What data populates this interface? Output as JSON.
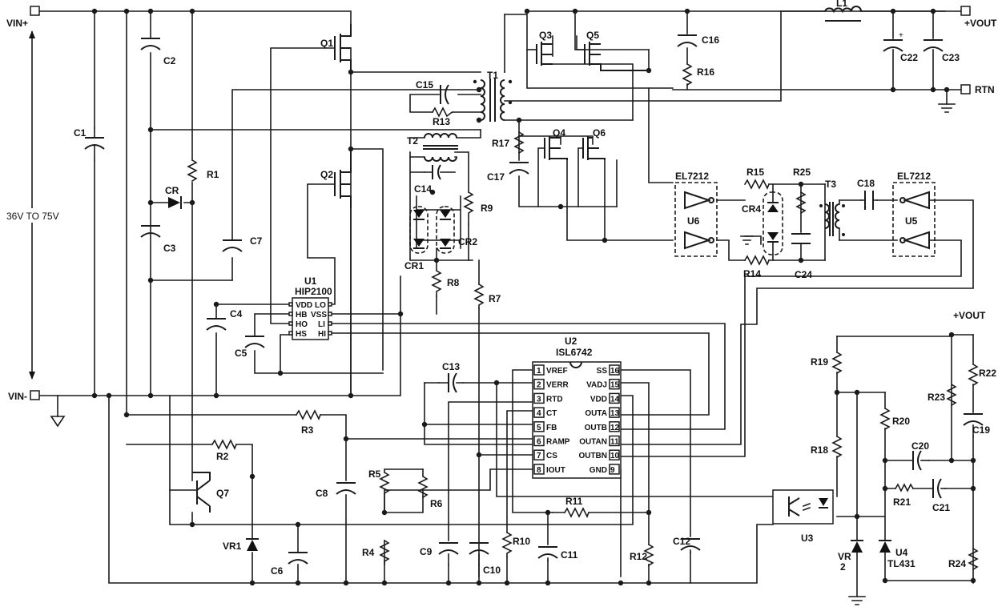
{
  "terminals": {
    "vin_pos": "VIN+",
    "vin_neg": "VIN-",
    "vout_top": "+VOUT",
    "rtn": "RTN",
    "vout_feedback": "+VOUT"
  },
  "input_range": "36V TO 75V",
  "components": {
    "C1": "C1",
    "C2": "C2",
    "C3": "C3",
    "C4": "C4",
    "C5": "C5",
    "C6": "C6",
    "C7": "C7",
    "C8": "C8",
    "C9": "C9",
    "C10": "C10",
    "C11": "C11",
    "C12": "C12",
    "C13": "C13",
    "C14": "C14",
    "C15": "C15",
    "C16": "C16",
    "C17": "C17",
    "C18": "C18",
    "C19": "C19",
    "C20": "C20",
    "C21": "C21",
    "C22": "C22",
    "C23": "C23",
    "C24": "C24",
    "R1": "R1",
    "R2": "R2",
    "R3": "R3",
    "R4": "R4",
    "R5": "R5",
    "R6": "R6",
    "R7": "R7",
    "R8": "R8",
    "R9": "R9",
    "R10": "R10",
    "R11": "R11",
    "R12": "R12",
    "R13": "R13",
    "R14": "R14",
    "R15": "R15",
    "R16": "R16",
    "R17": "R17",
    "R18": "R18",
    "R19": "R19",
    "R20": "R20",
    "R21": "R21",
    "R22": "R22",
    "R23": "R23",
    "R24": "R24",
    "R25": "R25",
    "Q1": "Q1",
    "Q2": "Q2",
    "Q3": "Q3",
    "Q4": "Q4",
    "Q5": "Q5",
    "Q6": "Q6",
    "Q7": "Q7",
    "T1": "T1",
    "T2": "T2",
    "T3": "T3",
    "L1": "L1",
    "CR": "CR",
    "CR1": "CR1",
    "CR2": "CR2",
    "CR4": "CR4",
    "VR1": "VR1",
    "VR2_a": "VR",
    "VR2_b": "2",
    "U3": "U3"
  },
  "u1": {
    "ref": "U1",
    "part": "HIP2100",
    "pins_left": [
      "VDD",
      "HB",
      "HO",
      "HS"
    ],
    "pins_right": [
      "LO",
      "VSS",
      "LI",
      "HI"
    ]
  },
  "u2": {
    "ref": "U2",
    "part": "ISL6742",
    "pins_left": [
      {
        "num": "1",
        "name": "VREF"
      },
      {
        "num": "2",
        "name": "VERR"
      },
      {
        "num": "3",
        "name": "RTD"
      },
      {
        "num": "4",
        "name": "CT"
      },
      {
        "num": "5",
        "name": "FB"
      },
      {
        "num": "6",
        "name": "RAMP"
      },
      {
        "num": "7",
        "name": "CS"
      },
      {
        "num": "8",
        "name": "IOUT"
      }
    ],
    "pins_right": [
      {
        "num": "16",
        "name": "SS"
      },
      {
        "num": "15",
        "name": "VADJ"
      },
      {
        "num": "14",
        "name": "VDD"
      },
      {
        "num": "13",
        "name": "OUTA"
      },
      {
        "num": "12",
        "name": "OUTB"
      },
      {
        "num": "11",
        "name": "OUTAN"
      },
      {
        "num": "10",
        "name": "OUTBN"
      },
      {
        "num": "9",
        "name": "GND"
      }
    ]
  },
  "u4": {
    "ref": "U4",
    "part": "TL431"
  },
  "u5": {
    "ref": "U5",
    "part": "EL7212"
  },
  "u6": {
    "ref": "U6",
    "part": "EL7212"
  }
}
